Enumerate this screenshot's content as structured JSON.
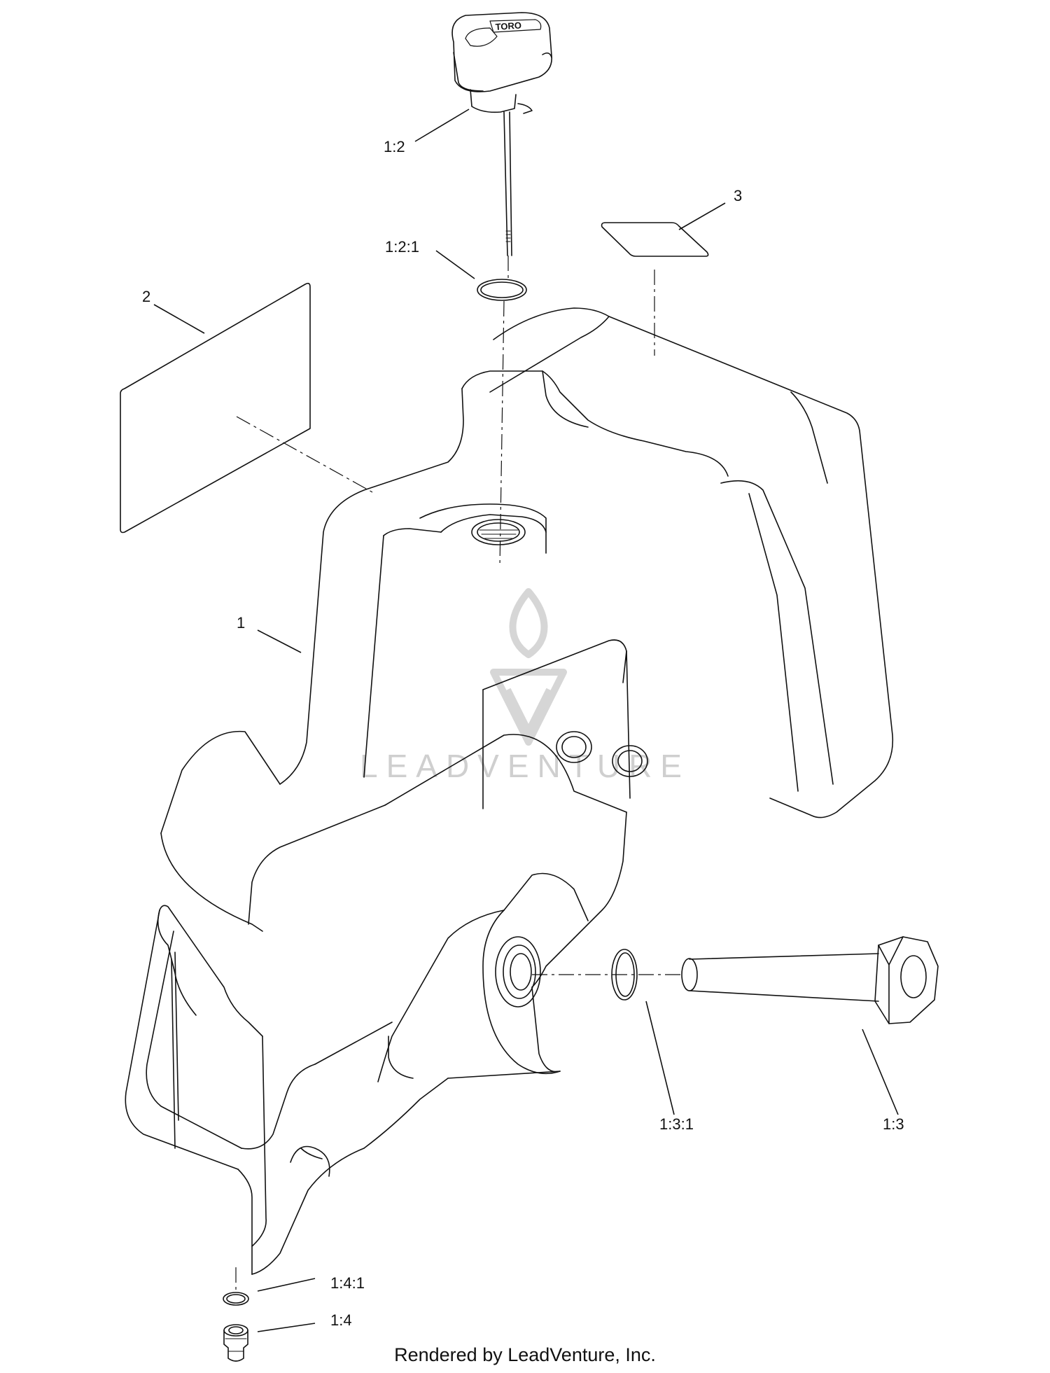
{
  "callouts": {
    "c1": "1",
    "c2": "2",
    "c3": "3",
    "c12": "1:2",
    "c121": "1:2:1",
    "c13": "1:3",
    "c131": "1:3:1",
    "c14": "1:4",
    "c141": "1:4:1"
  },
  "cap_logo_text": "TORO",
  "watermark": "LEADVENTURE",
  "footer": "Rendered by LeadVenture, Inc.",
  "colors": {
    "line": "#111111",
    "watermark": "#cfcfcf",
    "background": "#ffffff"
  }
}
